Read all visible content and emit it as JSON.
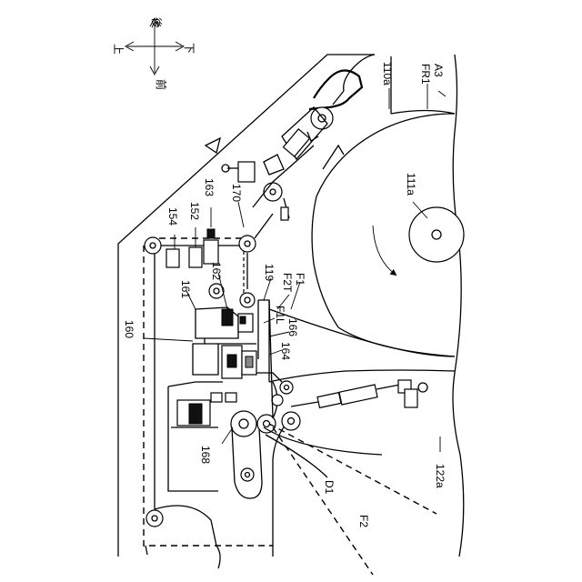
{
  "directions": {
    "up": "上",
    "rear": "後",
    "down": "下",
    "front": "前"
  },
  "labels": {
    "l110a": "110a",
    "lFR1": "FR1",
    "lA3": "A3",
    "l111a": "111a",
    "l154": "154",
    "l152": "152",
    "l163": "163",
    "l170": "170",
    "l161": "161",
    "l162": "162",
    "l119": "119",
    "lF2T": "F2T",
    "lF1": "F1",
    "l160": "160",
    "lF1L": "F1L",
    "l166": "166",
    "l164": "164",
    "l168": "168",
    "lD1": "D1",
    "lF2": "F2",
    "l122a": "122a"
  }
}
